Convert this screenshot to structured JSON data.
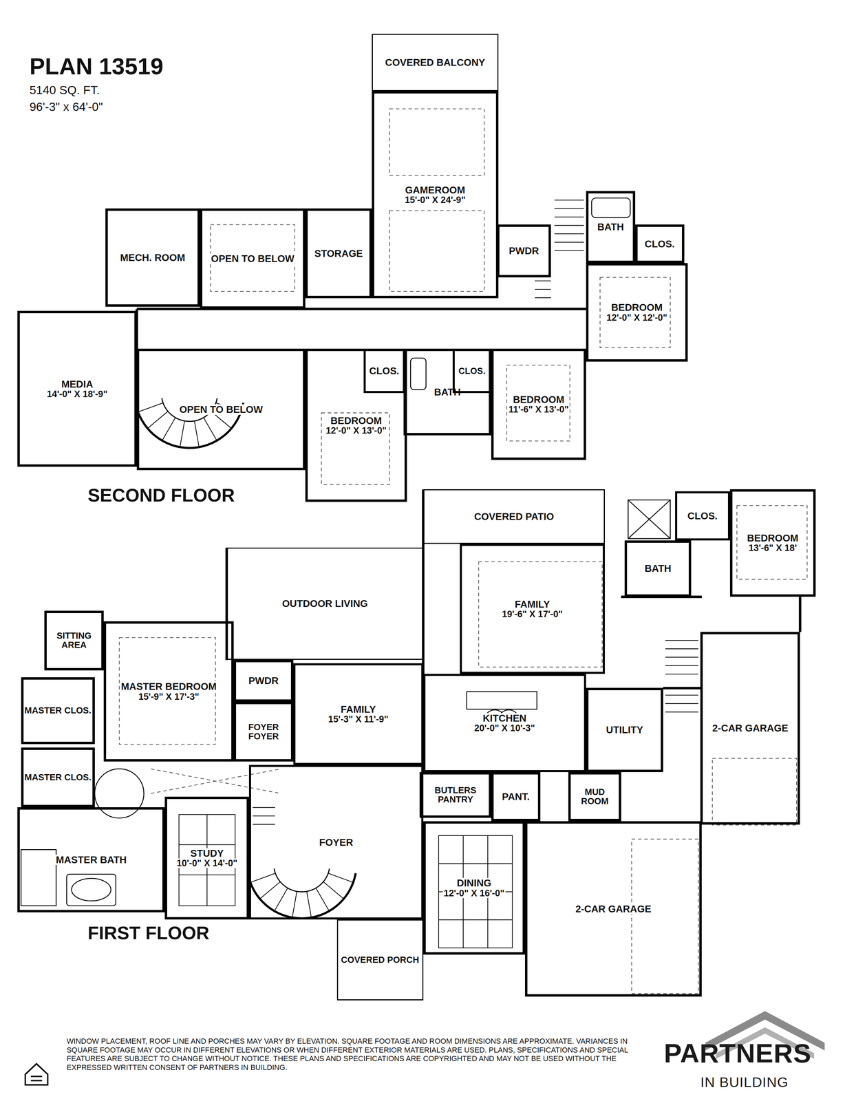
{
  "diagram": {
    "title": "PLAN 13519",
    "nodes": [
      {
        "text": [
          "COVERED BALCONY"
        ]
      },
      {
        "text": [
          "GAMEROOM",
          "15'-0\" X 24'-9\""
        ]
      },
      {
        "text": [
          "MECH. ROOM"
        ]
      },
      {
        "text": [
          "OPEN TO BELOW"
        ]
      },
      {
        "text": [
          "STORAGE"
        ]
      },
      {
        "text": [
          "PWDR"
        ]
      },
      {
        "text": [
          "BATH"
        ]
      },
      {
        "text": [
          "CLOS."
        ]
      },
      {
        "text": [
          "BEDROOM",
          "12'-0\" X 12'-0\""
        ]
      },
      {
        "text": [
          "MEDIA",
          "14'-0\" X 18'-9\""
        ]
      },
      {
        "text": [
          "OPEN TO BELOW"
        ]
      },
      {
        "text": [
          "BEDROOM",
          "12'-0\" X 13'-0\""
        ]
      },
      {
        "text": [
          "CLOS."
        ]
      },
      {
        "text": [
          "BATH"
        ]
      },
      {
        "text": [
          "CLOS."
        ]
      },
      {
        "text": [
          "BEDROOM",
          "11'-6\" X 13'-0\""
        ]
      },
      {
        "text": [
          "COVERED PATIO"
        ]
      },
      {
        "text": [
          "CLOS."
        ]
      },
      {
        "text": [
          "BEDROOM",
          "13'-6\" X 18'"
        ]
      },
      {
        "text": [
          "BATH"
        ]
      },
      {
        "text": [
          "OUTDOOR LIVING"
        ]
      },
      {
        "text": [
          "FAMILY",
          "19'-6\" X 17'-0\""
        ]
      },
      {
        "text": [
          "SITTING AREA"
        ]
      },
      {
        "text": [
          "MASTER BEDROOM",
          "15'-9\" X 17'-3\""
        ]
      },
      {
        "text": [
          "PWDR"
        ]
      },
      {
        "text": [
          "FAMILY",
          "15'-3\" X 11'-9\""
        ]
      },
      {
        "text": [
          "KITCHEN",
          "20'-0\" X 10'-3\""
        ]
      },
      {
        "text": [
          "UTILITY"
        ]
      },
      {
        "text": [
          "2-CAR GARAGE"
        ]
      },
      {
        "text": [
          "MASTER CLOS."
        ]
      },
      {
        "text": [
          "FOYER FOYER"
        ]
      },
      {
        "text": [
          "MASTER CLOS."
        ]
      },
      {
        "text": [
          "BUTLERS PANTRY"
        ]
      },
      {
        "text": [
          "PANT."
        ]
      },
      {
        "text": [
          "MUD ROOM"
        ]
      },
      {
        "text": [
          "MASTER BATH"
        ]
      },
      {
        "text": [
          "STUDY",
          "10'-0\" X 14'-0\""
        ]
      },
      {
        "text": [
          "FOYER"
        ]
      },
      {
        "text": [
          "DINING",
          "12'-0\" X 16'-0\""
        ]
      },
      {
        "text": [
          "2-CAR GARAGE"
        ]
      },
      {
        "text": [
          "COVERED PORCH"
        ]
      }
    ],
    "labels": [
      "5140 SQ. FT.",
      "96'-3\" x 64'-0\"",
      "SECOND FLOOR",
      "FIRST FLOOR",
      "WINDOW PLACEMENT, ROOF LINE AND PORCHES MAY VARY BY ELEVATION. SQUARE FOOTAGE AND ROOM DIMENSIONS ARE APPROXIMATE. VARIANCES IN SQUARE FOOTAGE MAY OCCUR IN DIFFERENT ELEVATIONS OR WHEN DIFFERENT EXTERIOR MATERIALS ARE USED. PLANS, SPECIFICATIONS AND SPECIAL FEATURES ARE SUBJECT TO CHANGE WITHOUT NOTICE. THESE PLANS AND SPECIFICATIONS ARE COPYRIGHTED AND MAY NOT BE USED WITHOUT THE EXPRESSED WRITTEN CONSENT OF PARTNERS IN BUILDING.",
      "PARTNERS",
      "IN BUILDING"
    ]
  }
}
